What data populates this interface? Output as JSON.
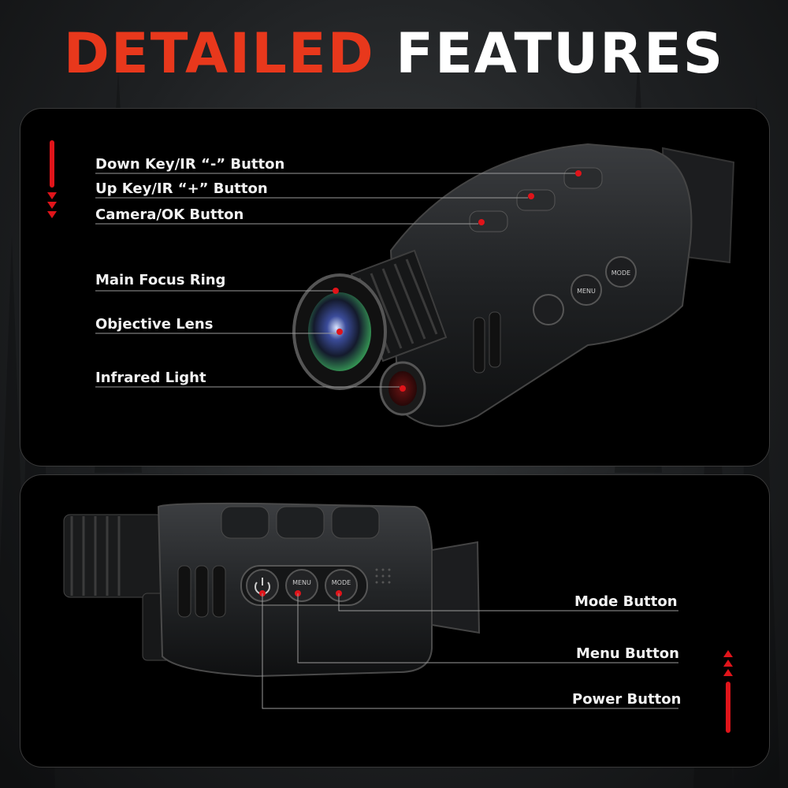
{
  "title": {
    "part1": "DETAILED",
    "part2": "FEATURES"
  },
  "colors": {
    "accent": "#e8381c",
    "marker": "#e0141a",
    "panel": "#000000",
    "text": "#f2f2f2"
  },
  "top_panel": {
    "labels": [
      "Down Key/IR “-” Button",
      "Up Key/IR “+” Button",
      "Camera/OK Button",
      "Main Focus Ring",
      "Objective Lens",
      "Infrared  Light"
    ],
    "device_buttons": {
      "menu": "MENU",
      "mode": "MODE"
    }
  },
  "bottom_panel": {
    "labels": [
      "Mode Button",
      "Menu Button",
      "Power Button"
    ],
    "device_buttons": {
      "menu": "MENU",
      "mode": "MODE"
    }
  }
}
